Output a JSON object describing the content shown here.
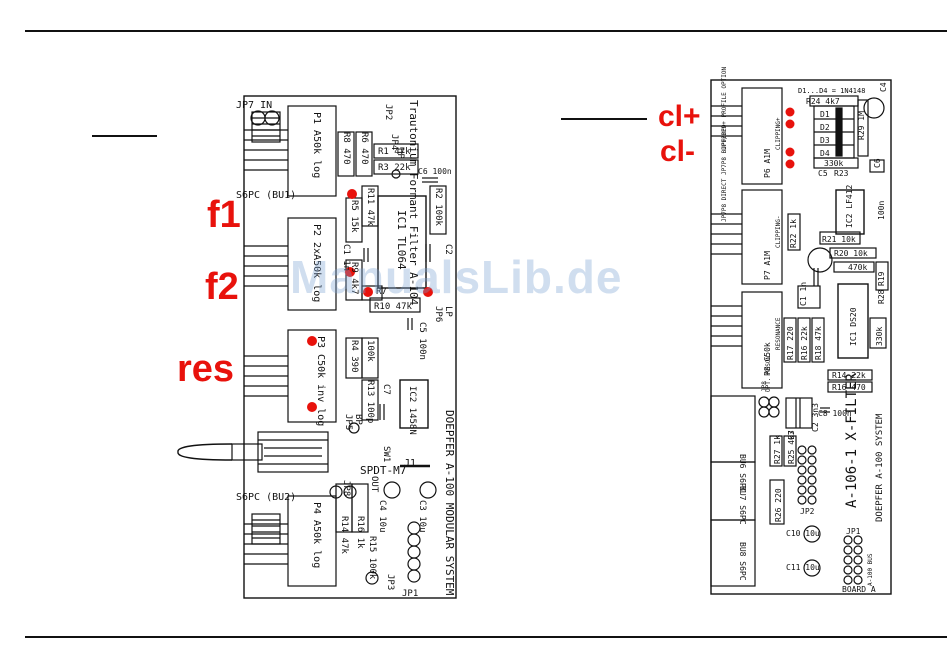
{
  "labels": {
    "f1": "f1",
    "f2": "f2",
    "res": "res",
    "clp": "cl+",
    "clm": "cl-"
  },
  "watermark": "ManualsLib.de",
  "colors": {
    "accent_red": "#e8120c",
    "ink": "#111111"
  },
  "board_left": {
    "title": "Trautonium Formant Filter A-104",
    "footer": "DOEPFER A-100 MODULAR SYSTEM",
    "connectors": {
      "bu1": "S6PC (BU1)",
      "bu2": "S6PC (BU2)"
    },
    "jumpers": {
      "jp7": "JP7 IN",
      "jp2": "JP2",
      "jp4": "JP4",
      "jp5": "JP5",
      "jp6": "JP6",
      "jp8": "JP8",
      "jp3": "JP3",
      "jp1": "JP1",
      "j1": "J1"
    },
    "pots": {
      "p1": "P1 A50k log",
      "p2": "P2 2xA50k log",
      "p3": "P3 C50k inv log",
      "p4": "P4 A50k log"
    },
    "parts": {
      "r8": "R8 470",
      "r6": "R6 470",
      "r1": "R1 47k",
      "r3": "R3 22k",
      "c6": "C6 100n",
      "r11": "R11 47k",
      "r5": "R5 15k",
      "r2": "R2 100k",
      "ic1": "IC1 TL064",
      "c1": "C1 1n",
      "c2": "C2",
      "r7": "R7",
      "r10": "R10 47k",
      "c5": "C5 100n",
      "r9": "R9 4k7",
      "r4": "R4 390",
      "r12": "100k",
      "r13": "R13 100p",
      "c7": "C7",
      "ic2": "IC2 1458N",
      "sw": "SPDT-M7",
      "sw1": "SW1",
      "out": "OUT",
      "c3": "C3 10u",
      "c4": "C4 10u",
      "r16": "R16 1k",
      "r14": "R14 47k",
      "r15": "R15 100k",
      "lp": "LP",
      "hp": "HP",
      "bp": "BP"
    }
  },
  "board_right": {
    "title": "A-106-1 X-FILTER",
    "footer": "DOEPFER A-100 SYSTEM",
    "note": "D1...D4 = 1N4148",
    "board": "BOARD A",
    "parts": {
      "r24": "R24 4k7",
      "d1": "D1",
      "d2": "D2",
      "d3": "D3",
      "d4": "D4",
      "r330": "330k",
      "r29": "R29 1M",
      "c4": "C4",
      "c6": "C6",
      "c5": "C5",
      "r23": "R23",
      "p6": "P6 A1M",
      "clipping_p": "CLIPPING+",
      "clipping_m": "CLIPPING-",
      "ic2": "IC2 LF412",
      "n100": "100n",
      "r22": "R22 1k",
      "r21": "R21 10k",
      "p7": "P7 A1M",
      "r20": "R20 10k",
      "r470": "470k",
      "r28": "R28",
      "r19": "R19",
      "c1": "C1 1n",
      "ic1": "IC1 DS20",
      "p8": "P8 C50k",
      "resonance": "RESONANCE",
      "r17": "R17 220",
      "r16": "R16 22k",
      "r18": "R18 47k",
      "r330b": "330k",
      "r14": "R14 22k",
      "r16b": "R16 470",
      "c8": "C8 100n",
      "c3": "C3",
      "c2": "C2 3n3",
      "r27": "R27 1k",
      "r25": "R25 4k7",
      "r26": "R26 220",
      "jp2": "JP2",
      "jp1": "JP1",
      "c10": "C10 10u",
      "c11": "C11 10u",
      "bu6": "BU6 S6PC",
      "bu7": "BU7 S6PC",
      "bu8": "BU8 S6PC",
      "opt": "OPT. RESON.",
      "jp8": "JP8",
      "jp_opt": "JP9/JP9+ PROFILE OPTION",
      "jp_direct": "JP7P8 DIRECT JP7P8 BUFFERED",
      "a100": "A-100 BUS"
    }
  }
}
